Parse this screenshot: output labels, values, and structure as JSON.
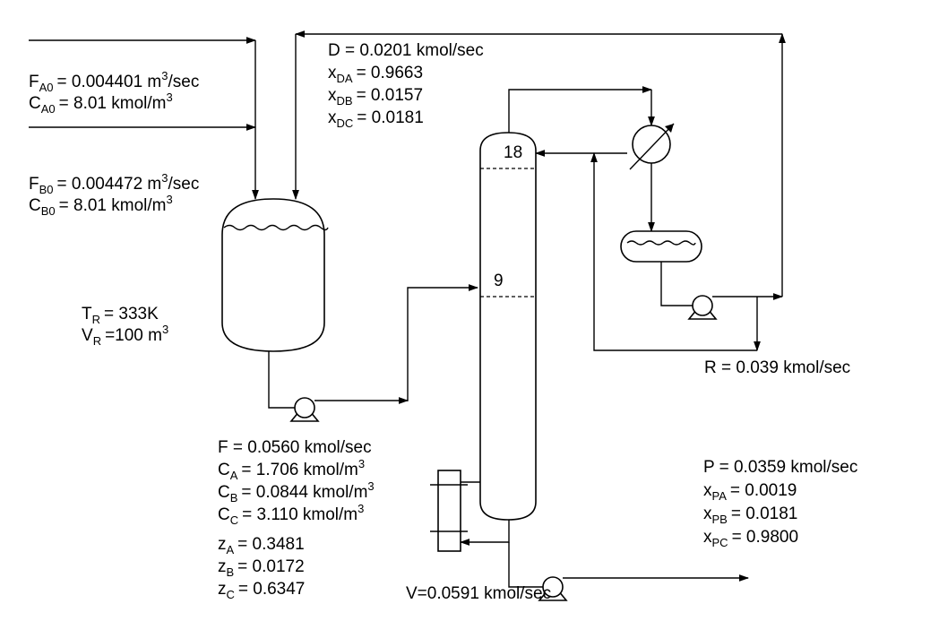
{
  "feeds": {
    "a_flow": {
      "sym": "F",
      "sub": "A0",
      "val": "= 0.004401 m",
      "sup": "3",
      "tail": "/sec"
    },
    "a_conc": {
      "sym": "C",
      "sub": "A0",
      "val": "= 8.01 kmol/m",
      "sup": "3"
    },
    "b_flow": {
      "sym": "F",
      "sub": "B0",
      "val": "= 0.004472 m",
      "sup": "3",
      "tail": "/sec"
    },
    "b_conc": {
      "sym": "C",
      "sub": "B0",
      "val": "= 8.01 kmol/m",
      "sup": "3"
    }
  },
  "reactor": {
    "temp": {
      "sym": "T",
      "sub": "R",
      "val": "= 333K"
    },
    "vol": {
      "sym": "V",
      "sub": "R",
      "val": "=100 m",
      "sup": "3"
    }
  },
  "distillate": {
    "flow": "D = 0.0201 kmol/sec",
    "xda": {
      "sym": "x",
      "sub": "DA",
      "val": "= 0.9663"
    },
    "xdb": {
      "sym": "x",
      "sub": "DB",
      "val": "= 0.0157"
    },
    "xdc": {
      "sym": "x",
      "sub": "DC",
      "val": "= 0.0181"
    }
  },
  "column": {
    "top_stage": "18",
    "feed_stage": "9"
  },
  "recycle": {
    "flow": "R = 0.039 kmol/sec"
  },
  "feed_stream": {
    "flow": "F = 0.0560 kmol/sec",
    "ca": {
      "sym": "C",
      "sub": "A",
      "val": "= 1.706 kmol/m",
      "sup": "3"
    },
    "cb": {
      "sym": "C",
      "sub": "B",
      "val": "= 0.0844 kmol/m",
      "sup": "3"
    },
    "cc": {
      "sym": "C",
      "sub": "C",
      "val": "= 3.110 kmol/m",
      "sup": "3"
    },
    "za": {
      "sym": "z",
      "sub": "A",
      "val": "= 0.3481"
    },
    "zb": {
      "sym": "z",
      "sub": "B",
      "val": "= 0.0172"
    },
    "zc": {
      "sym": "z",
      "sub": "C",
      "val": "= 0.6347"
    }
  },
  "vapor": {
    "flow": "V=0.0591 kmol/sec"
  },
  "product": {
    "flow": "P = 0.0359 kmol/sec",
    "xpa": {
      "sym": "x",
      "sub": "PA",
      "val": "= 0.0019"
    },
    "xpb": {
      "sym": "x",
      "sub": "PB",
      "val": "= 0.0181"
    },
    "xpc": {
      "sym": "x",
      "sub": "PC",
      "val": "= 0.9800"
    }
  }
}
